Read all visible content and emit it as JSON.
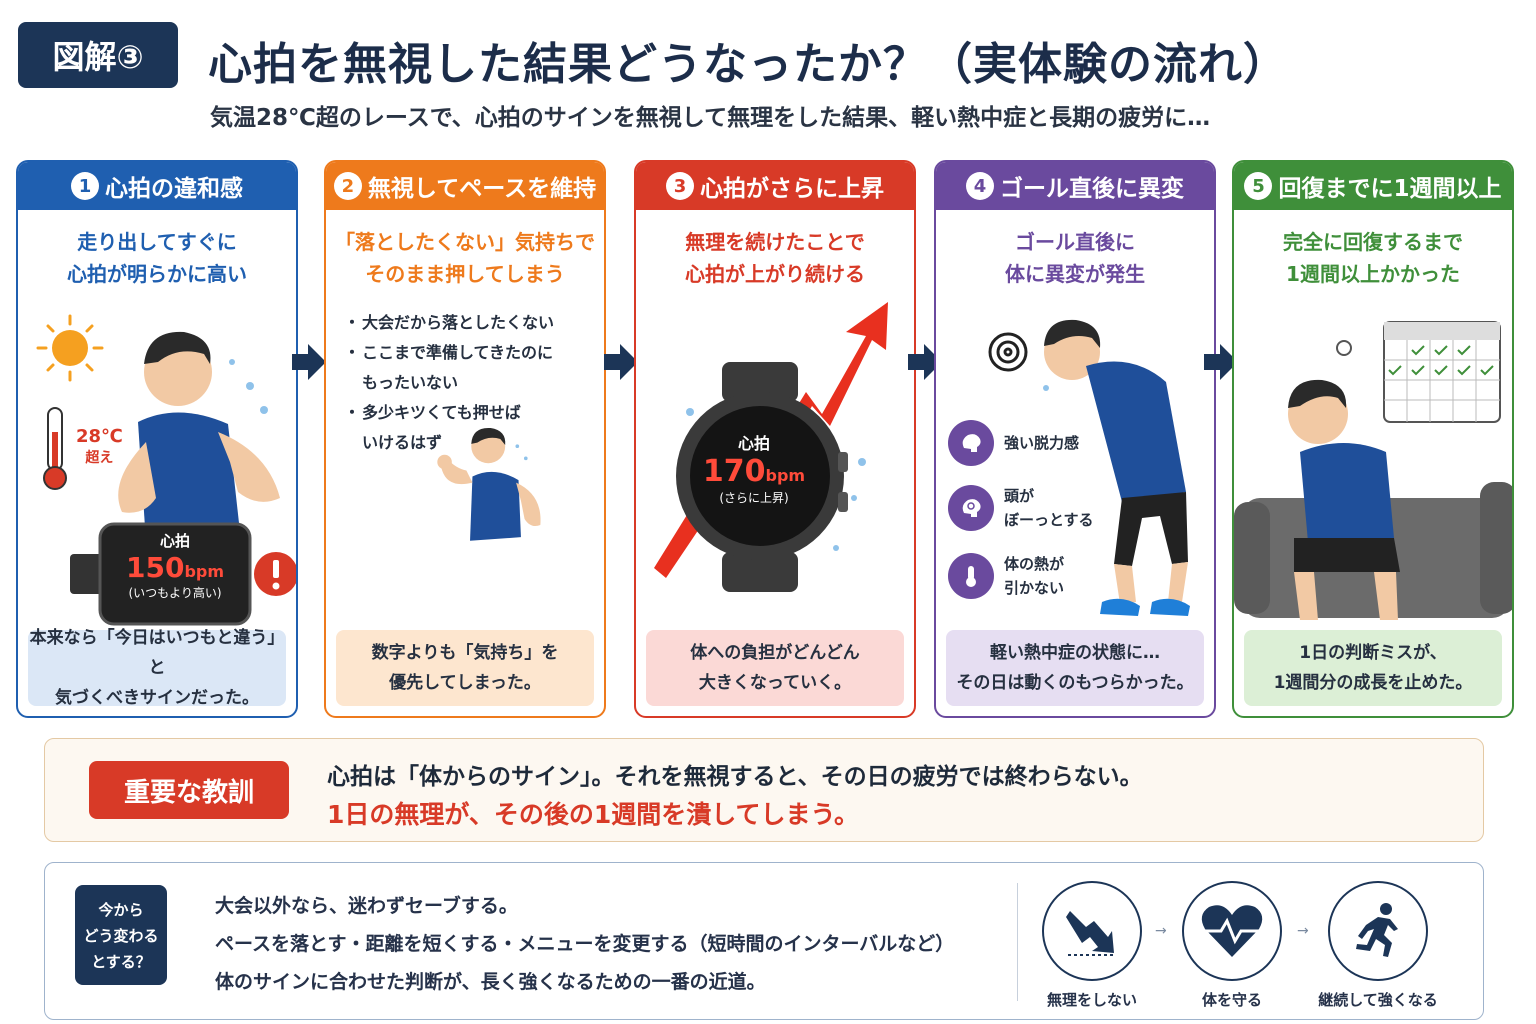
{
  "header": {
    "badge": "図解③",
    "title": "心拍を無視した結果どうなったか？（実体験の流れ）",
    "subtitle": "気温28℃超のレースで、心拍のサインを無視して無理をした結果、軽い熱中症と長期の疲労に…"
  },
  "colors": {
    "blue": "#1f5fb0",
    "orange": "#ee7a1c",
    "red": "#d83a27",
    "purple": "#6a4a9e",
    "green": "#3f8f3a",
    "navy": "#1c3557"
  },
  "steps": [
    {
      "num": "1",
      "title": "心拍の違和感",
      "lead": [
        "走り出してすぐに",
        "心拍が明らかに高い"
      ],
      "foot": [
        "本来なら「今日はいつもと違う」と",
        "気づくべきサインだった。"
      ],
      "temp": "28℃",
      "temp_sub": "超え",
      "watch_label": "心拍",
      "watch_value": "150",
      "watch_unit": "bpm",
      "watch_note": "(いつもより高い)"
    },
    {
      "num": "2",
      "title": "無視してペースを維持",
      "lead": [
        "「落としたくない」気持ちで",
        "そのまま押してしまう"
      ],
      "bullets": [
        [
          "大会だから落としたくない"
        ],
        [
          "ここまで準備してきたのに",
          "もったいない"
        ],
        [
          "多少キツくても押せば",
          "いけるはず"
        ]
      ],
      "foot": [
        "数字よりも「気持ち」を",
        "優先してしまった。"
      ]
    },
    {
      "num": "3",
      "title": "心拍がさらに上昇",
      "lead": [
        "無理を続けたことで",
        "心拍が上がり続ける"
      ],
      "watch_label": "心拍",
      "watch_value": "170",
      "watch_unit": "bpm",
      "watch_note": "(さらに上昇)",
      "foot": [
        "体への負担がどんどん",
        "大きくなっていく。"
      ]
    },
    {
      "num": "4",
      "title": "ゴール直後に異変",
      "lead": [
        "ゴール直後に",
        "体に異変が発生"
      ],
      "symptoms": [
        [
          "強い脱力感"
        ],
        [
          "頭が",
          "ぼーっとする"
        ],
        [
          "体の熱が",
          "引かない"
        ]
      ],
      "foot": [
        "軽い熱中症の状態に…",
        "その日は動くのもつらかった。"
      ]
    },
    {
      "num": "5",
      "title": "回復までに1週間以上",
      "lead": [
        "完全に回復するまで",
        "1週間以上かかった"
      ],
      "foot": [
        "1日の判断ミスが、",
        "1週間分の成長を止めた。"
      ]
    }
  ],
  "lesson": {
    "tag": "重要な教訓",
    "line1": "心拍は「体からのサイン」。それを無視すると、その日の疲労では終わらない。",
    "line2": "1日の無理が、その後の1週間を潰してしまう。"
  },
  "advice": {
    "icon_lines": [
      "今から",
      "どう変わる",
      "とする？"
    ],
    "lines": [
      "大会以外なら、迷わずセーブする。",
      "ペースを落とす・距離を短くする・メニューを変更する（短時間のインターバルなど）",
      "体のサインに合わせた判断が、長く強くなるための一番の近道。"
    ],
    "flow": [
      "無理をしない",
      "体を守る",
      "継続して強くなる"
    ]
  }
}
